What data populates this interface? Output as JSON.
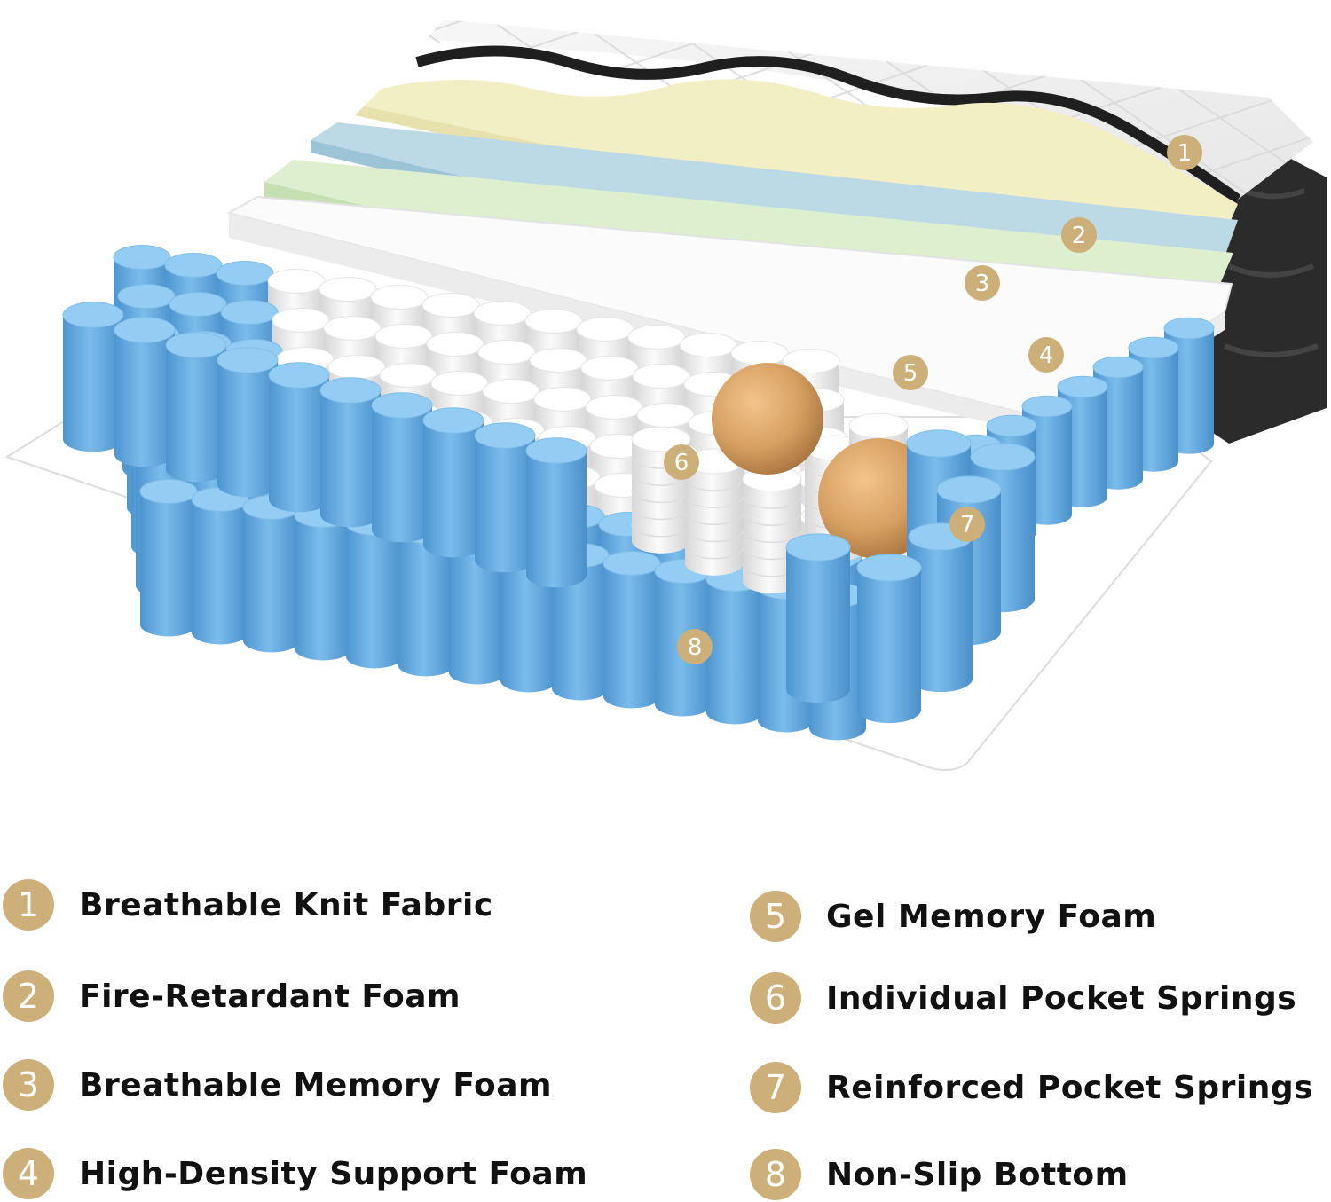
{
  "colors": {
    "badge": "#cdb079",
    "spring_blue": "#6aace0",
    "spring_white": "#f2f2f2",
    "ball": "#d9a566",
    "knit_fabric": "#f4f4f4",
    "fire_foam": "#f3efc4",
    "memory_foam": "#bcd9e6",
    "support_foam": "#dcefcf",
    "gel_foam": "#fafafa",
    "side_fabric": "#2a2a2a"
  },
  "callouts": [
    "1",
    "2",
    "3",
    "4",
    "5",
    "6",
    "7",
    "8"
  ],
  "legend": [
    {
      "number": "1",
      "label": "Breathable Knit Fabric"
    },
    {
      "number": "2",
      "label": "Fire-Retardant Foam"
    },
    {
      "number": "3",
      "label": "Breathable Memory Foam"
    },
    {
      "number": "4",
      "label": "High-Density Support Foam"
    },
    {
      "number": "5",
      "label": "Gel Memory Foam"
    },
    {
      "number": "6",
      "label": "Individual Pocket Springs"
    },
    {
      "number": "7",
      "label": "Reinforced Pocket Springs"
    },
    {
      "number": "8",
      "label": "Non-Slip Bottom"
    }
  ]
}
